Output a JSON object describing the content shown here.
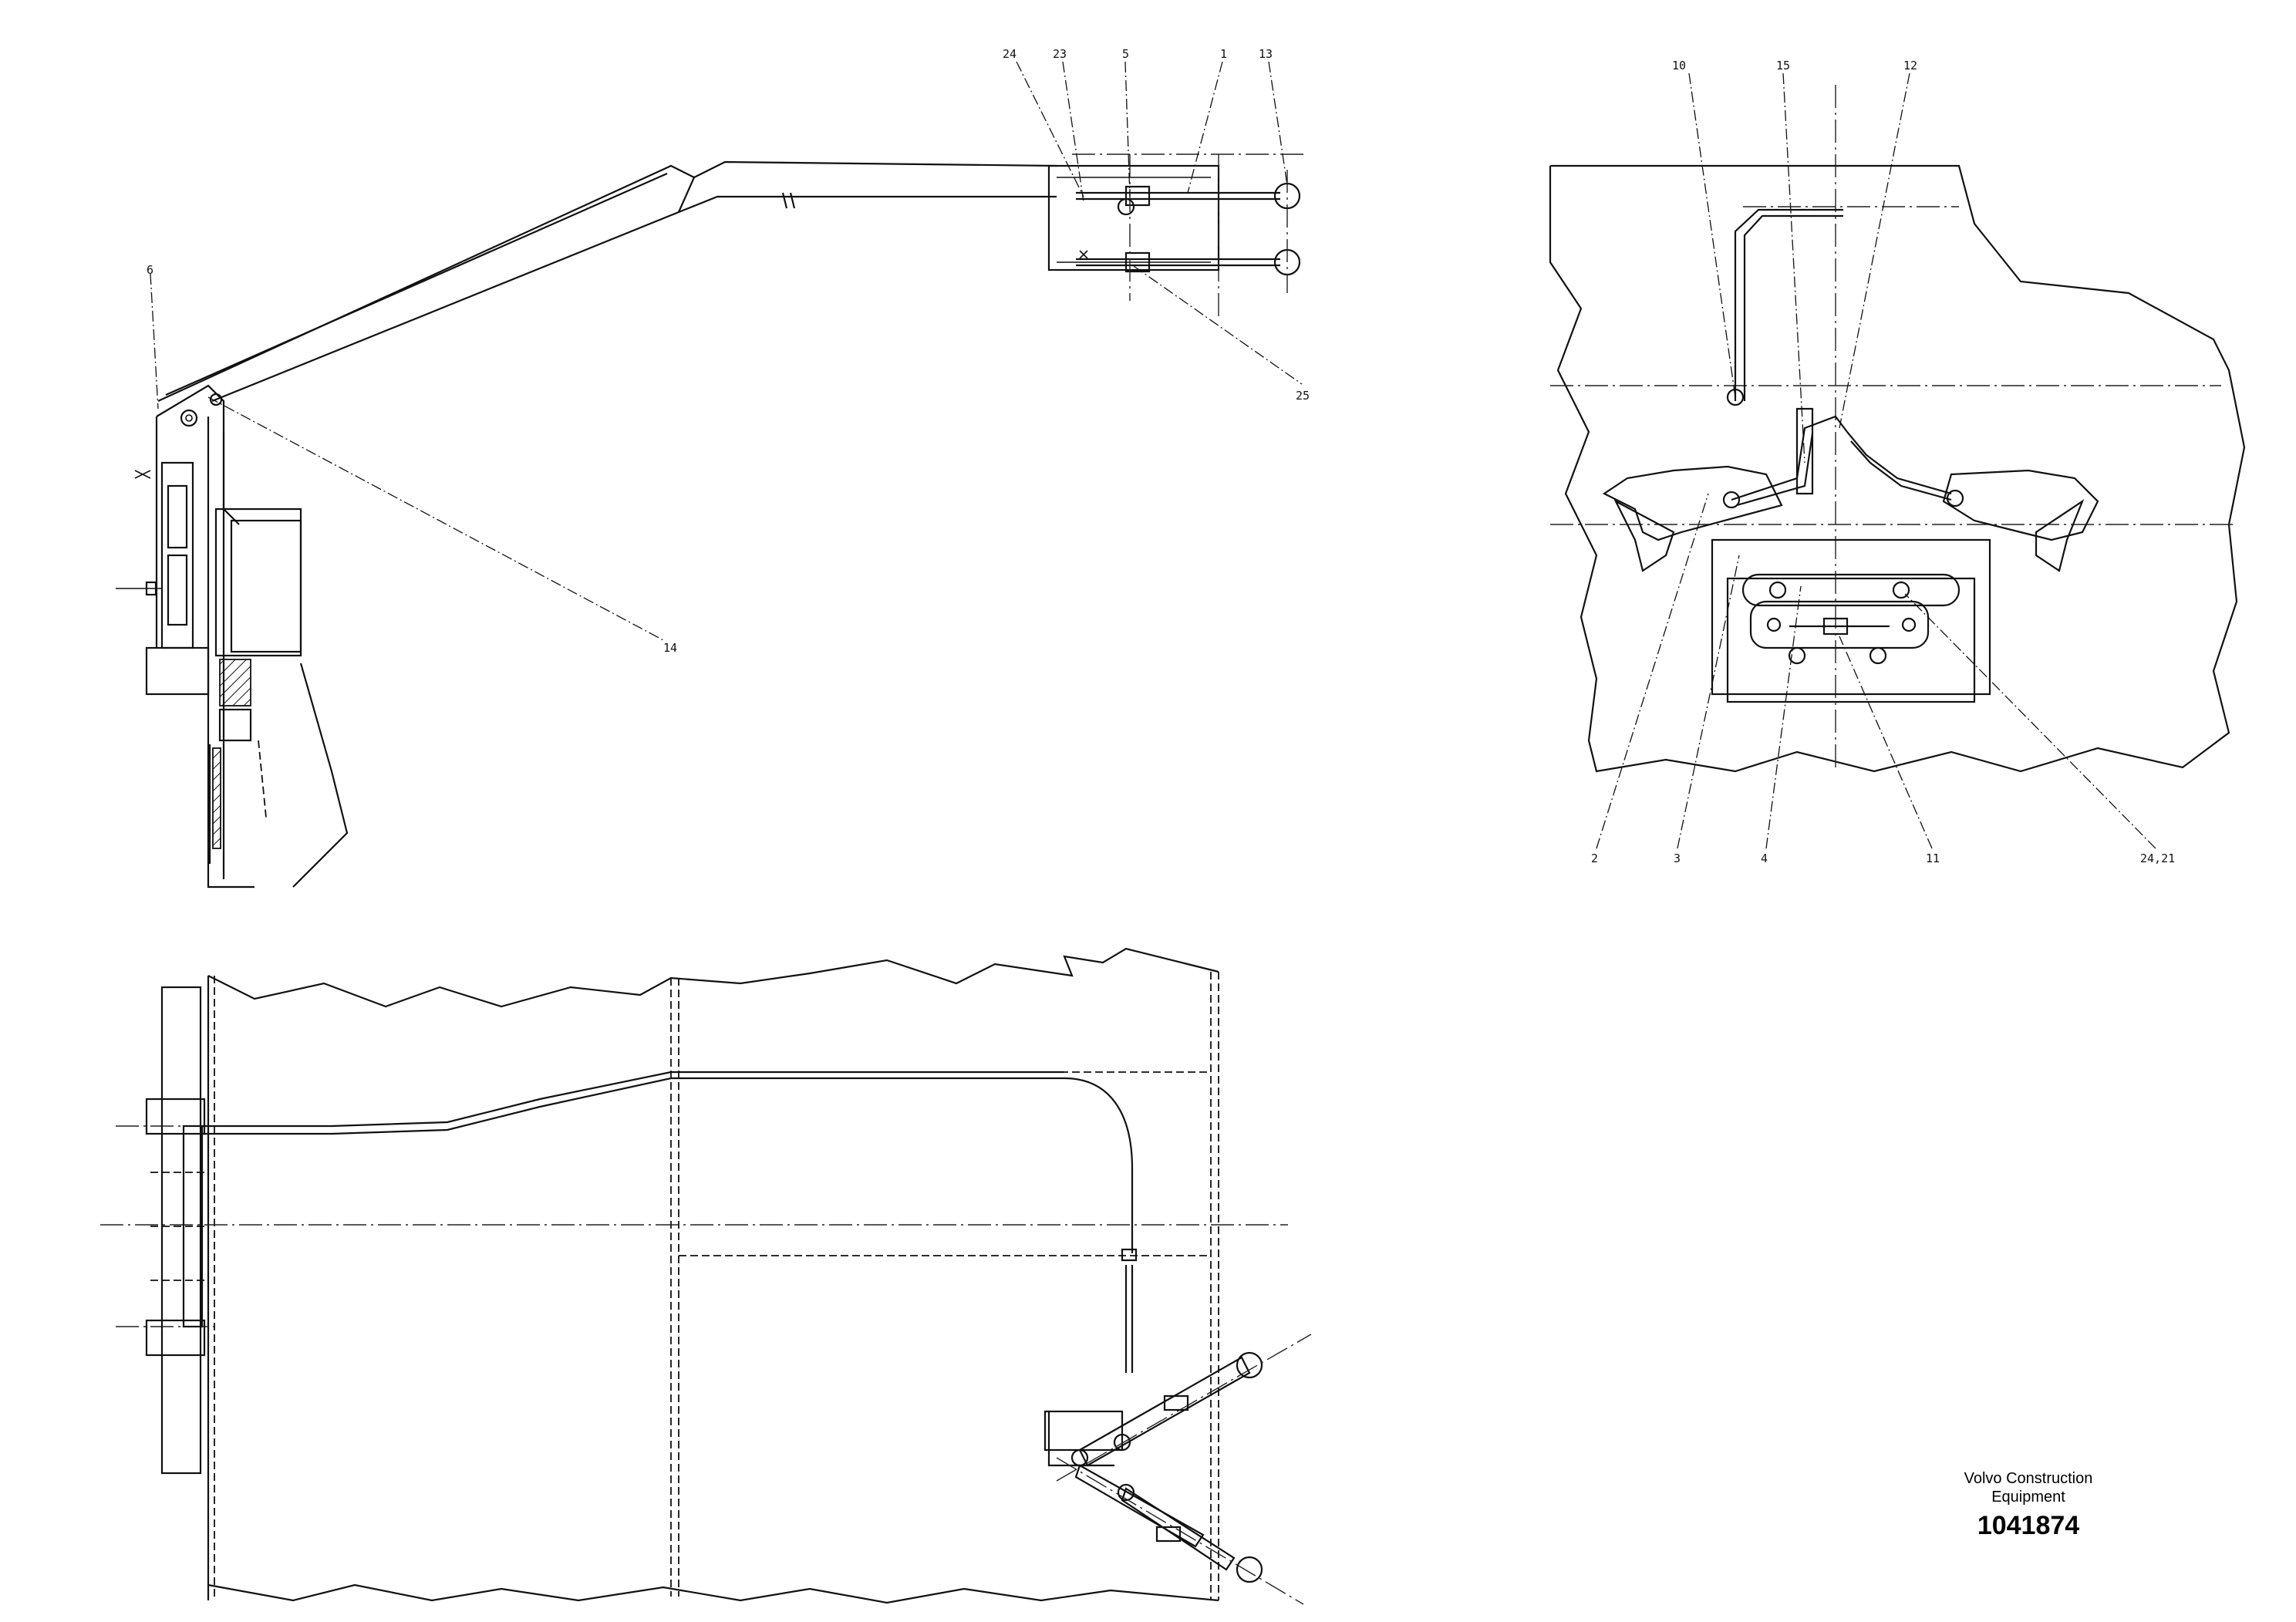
{
  "callouts": {
    "c24": "24",
    "c23": "23",
    "c5": "5",
    "c1": "1",
    "c13": "13",
    "c6": "6",
    "c25": "25",
    "c14": "14",
    "c10": "10",
    "c15": "15",
    "c12": "12",
    "c2": "2",
    "c3": "3",
    "c4": "4",
    "c11": "11",
    "c24_21": "24,21"
  },
  "title_block": {
    "company_line1": "Volvo Construction",
    "company_line2": "Equipment",
    "drawing_number": "1041874"
  }
}
